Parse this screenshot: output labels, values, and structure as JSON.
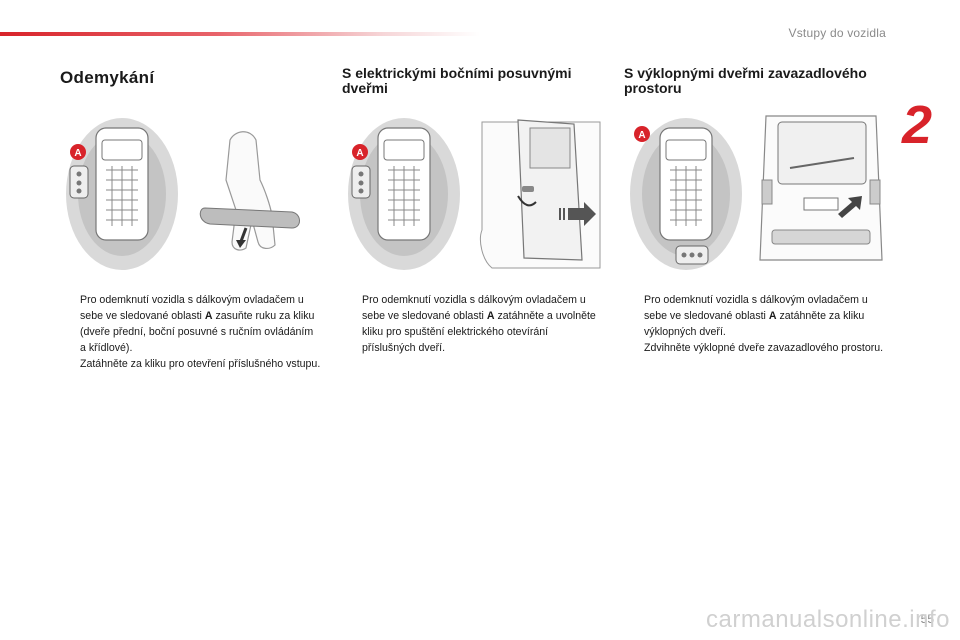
{
  "header": {
    "title": "Vstupy do vozidla",
    "chapter": "2"
  },
  "columns": [
    {
      "title": "Odemykání",
      "bullets": [
        {
          "pre": "Pro odemknutí vozidla s dálkovým ovladačem u sebe ve sledované oblasti ",
          "bold": "A",
          "post": " zasuňte ruku za kliku (dveře přední, boční posuvné s ručním ovládáním a křídlové)."
        },
        {
          "pre": "Zatáhněte za kliku pro otevření příslušného vstupu.",
          "bold": "",
          "post": ""
        }
      ]
    },
    {
      "title": "S elektrickými bočními posuvnými dveřmi",
      "bullets": [
        {
          "pre": "Pro odemknutí vozidla s dálkovým ovladačem u sebe ve sledované oblasti ",
          "bold": "A",
          "post": " zatáhněte a uvolněte kliku pro spuštění elektrického otevírání příslušných dveří."
        }
      ]
    },
    {
      "title": "S výklopnými dveřmi zavazadlového prostoru",
      "bullets": [
        {
          "pre": "Pro odemknutí vozidla s dálkovým ovladačem u sebe ve sledované oblasti ",
          "bold": "A",
          "post": " zatáhněte za kliku výklopných dveří."
        },
        {
          "pre": "Zdvihněte výklopné dveře zavazadlového prostoru.",
          "bold": "",
          "post": ""
        }
      ]
    }
  ],
  "zone_label": "A",
  "bullet_glyph": "",
  "page_number": "55",
  "watermark": "carmanualsonline.info"
}
